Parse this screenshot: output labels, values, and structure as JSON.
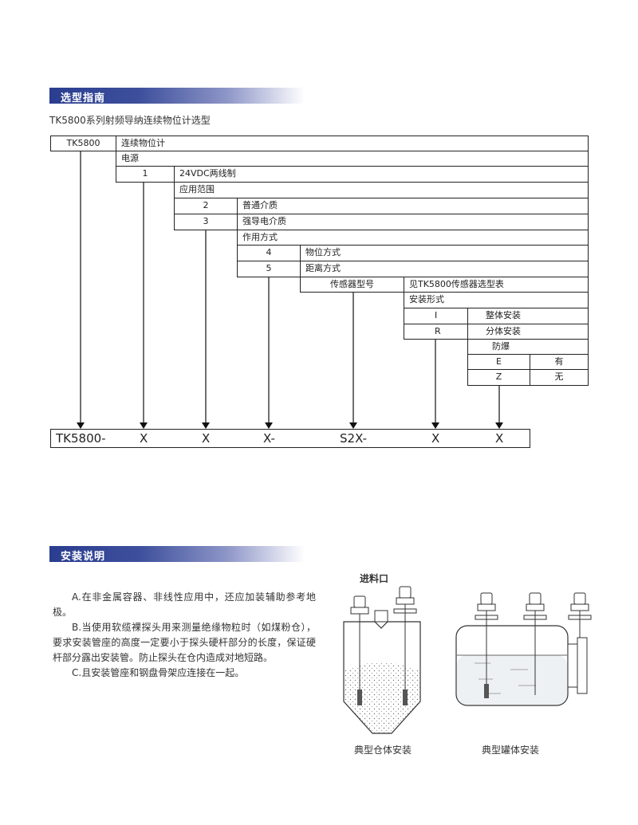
{
  "section1": {
    "header": "选型指南",
    "subtitle": "TK5800系列射频导纳连续物位计选型"
  },
  "selection_table": {
    "model": "TK5800",
    "model_desc": "连续物位计",
    "power_label": "电源",
    "power_code": "1",
    "power_desc": "24VDC两线制",
    "app_label": "应用范围",
    "app_code_2": "2",
    "app_desc_2": "普通介质",
    "app_code_3": "3",
    "app_desc_3": "强导电介质",
    "mode_label": "作用方式",
    "mode_code_4": "4",
    "mode_desc_4": "物位方式",
    "mode_code_5": "5",
    "mode_desc_5": "距离方式",
    "sensor_label": "传感器型号",
    "sensor_desc": "见TK5800传感器选型表",
    "install_label": "安装形式",
    "install_code_i": "I",
    "install_desc_i": "整体安装",
    "install_code_r": "R",
    "install_desc_r": "分体安装",
    "ex_label": "防爆",
    "ex_code_e": "E",
    "ex_desc_e": "有",
    "ex_code_z": "Z",
    "ex_desc_z": "无"
  },
  "model_code": {
    "part1": "TK5800-",
    "part2": "X",
    "part3": "X",
    "part4": "X-",
    "part5": "S2X-",
    "part6": "X",
    "part7": "X"
  },
  "section2": {
    "header": "安装说明",
    "para_a": "A.在非金属容器、非线性应用中，还应加装辅助参考地极。",
    "para_b": "B.当使用软缆裸探头用来测量绝缘物粒时（如煤粉仓），要求安装管座的高度一定要小于探头硬杆部分的长度，保证硬杆部分露出安装管。防止探头在仓内造成对地短路。",
    "para_c": "C.且安装管座和钢盘骨架应连接在一起。",
    "inlet_label": "进料口",
    "caption_silo": "典型仓体安装",
    "caption_tank": "典型罐体安装"
  }
}
